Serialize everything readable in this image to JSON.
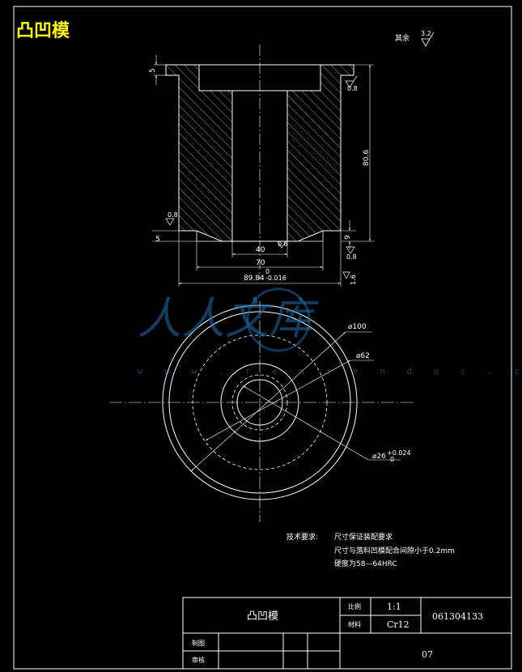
{
  "drawing": {
    "title": "凸凹模",
    "general_roughness_label": "其余",
    "general_roughness_value": "3.2",
    "watermark": {
      "text": "人人文库",
      "url": "w w w . r e n r e n d o c . c o m"
    },
    "front_view": {
      "dims": {
        "flange_thickness_top": "5",
        "height": "80.6",
        "bottom_step_left": "5",
        "bottom_step_right": "9",
        "bore": "40",
        "recess": "70",
        "outer": "89.84",
        "outer_tol_upper": "0",
        "outer_tol_lower": "-0.016",
        "chamfer": "1.6"
      },
      "roughness": [
        "0.8",
        "0.8",
        "0.8",
        "0.8"
      ]
    },
    "top_view": {
      "dims": {
        "d100": "⌀100",
        "d62": "⌀62",
        "d26": "⌀26",
        "d26_tol_upper": "+0.024",
        "d26_tol_lower": "0"
      }
    },
    "tech_requirements": {
      "heading": "技术要求:",
      "items": [
        "尺寸保证装配要求",
        "尺寸与落料凹模配合间隙小于0.2mm",
        "硬度为58—64HRC"
      ]
    },
    "title_block": {
      "part_name": "凸凹模",
      "scale_label": "比例",
      "scale_value": "1:1",
      "material_label": "材料",
      "material_value": "Cr12",
      "drawing_no": "061304133",
      "drawn_label": "制图",
      "reviewed_label": "审核",
      "sheet": "07"
    }
  }
}
